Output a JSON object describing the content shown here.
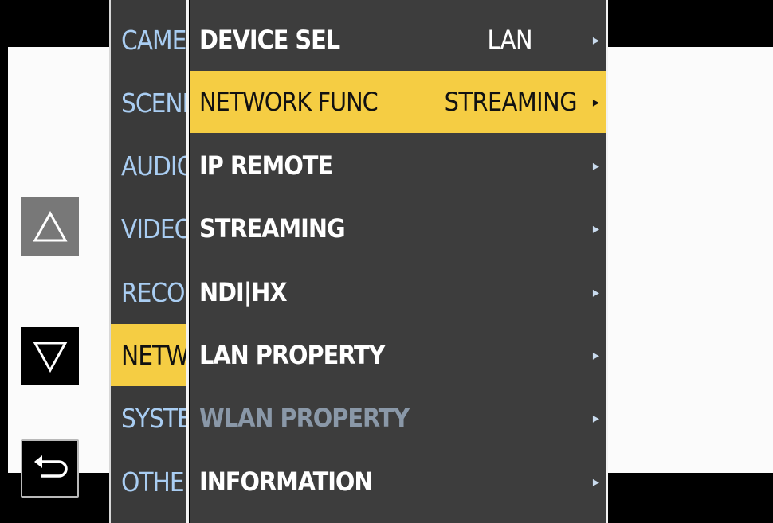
{
  "categories": [
    {
      "label": "CAMERA",
      "active": false
    },
    {
      "label": "SCENE FILE",
      "active": false
    },
    {
      "label": "AUDIO",
      "active": false
    },
    {
      "label": "VIDEO OUT",
      "active": false
    },
    {
      "label": "RECORDING",
      "active": false
    },
    {
      "label": "NETWORK",
      "active": true
    },
    {
      "label": "SYSTEM",
      "active": false
    },
    {
      "label": "OTHERS",
      "active": false
    }
  ],
  "menu": {
    "items": [
      {
        "label": "DEVICE SEL",
        "value": "LAN"
      },
      {
        "label": "NETWORK FUNC",
        "value": "STREAMING"
      },
      {
        "label": "IP REMOTE",
        "value": ""
      },
      {
        "label": "STREAMING",
        "value": ""
      },
      {
        "label": "NDI|HX",
        "value": ""
      },
      {
        "label": "LAN PROPERTY",
        "value": ""
      },
      {
        "label": "WLAN PROPERTY",
        "value": ""
      },
      {
        "label": "INFORMATION",
        "value": ""
      }
    ],
    "arrow": "▸"
  },
  "colors": {
    "highlight": "#f5cd43",
    "panel": "#3d3d3d",
    "category_text": "#a9cdf2",
    "disabled_text": "#8a98a8"
  },
  "icons": {
    "up": "triangle-up-outline-icon",
    "down": "triangle-down-outline-icon",
    "back": "return-arrow-icon"
  }
}
